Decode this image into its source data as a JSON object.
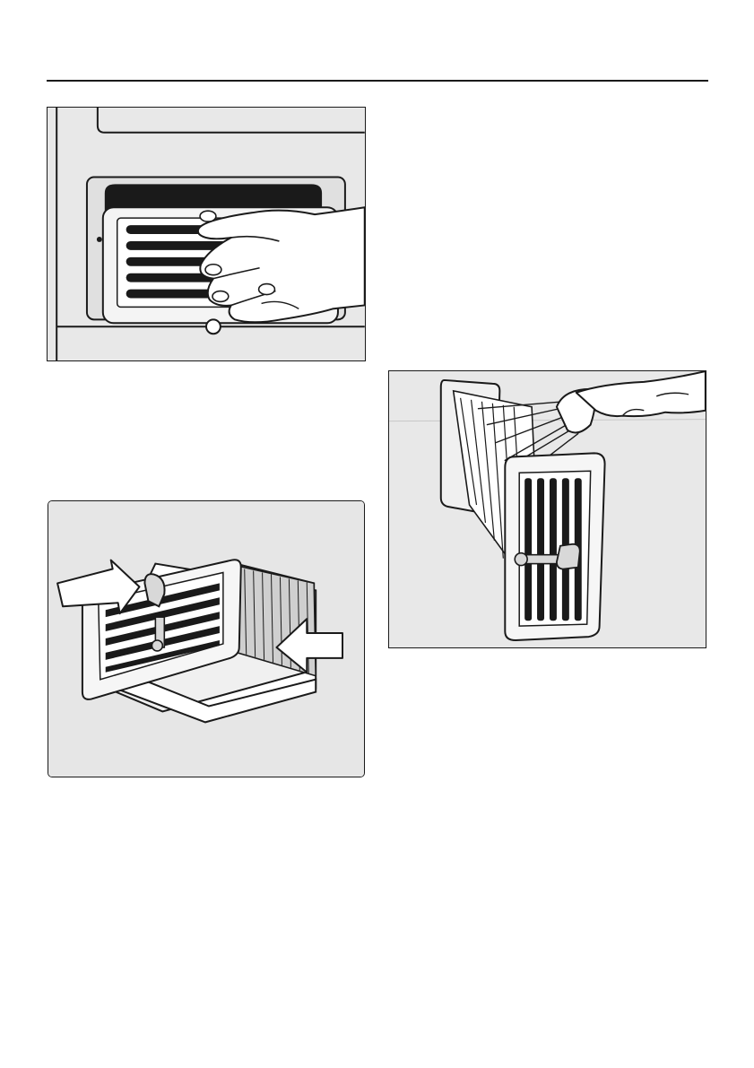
{
  "page": {
    "header_rule": true
  },
  "figures": [
    {
      "id": "fig1",
      "depicts": "hand-removing-filter-icon"
    },
    {
      "id": "fig2",
      "depicts": "filter-insertion-arrows-icon"
    },
    {
      "id": "fig3",
      "depicts": "rinsing-filter-under-water-icon"
    }
  ],
  "colors": {
    "ink": "#1a1a1a",
    "panel_gray": "#e8e8e8",
    "filter_face": "#ffffff"
  }
}
